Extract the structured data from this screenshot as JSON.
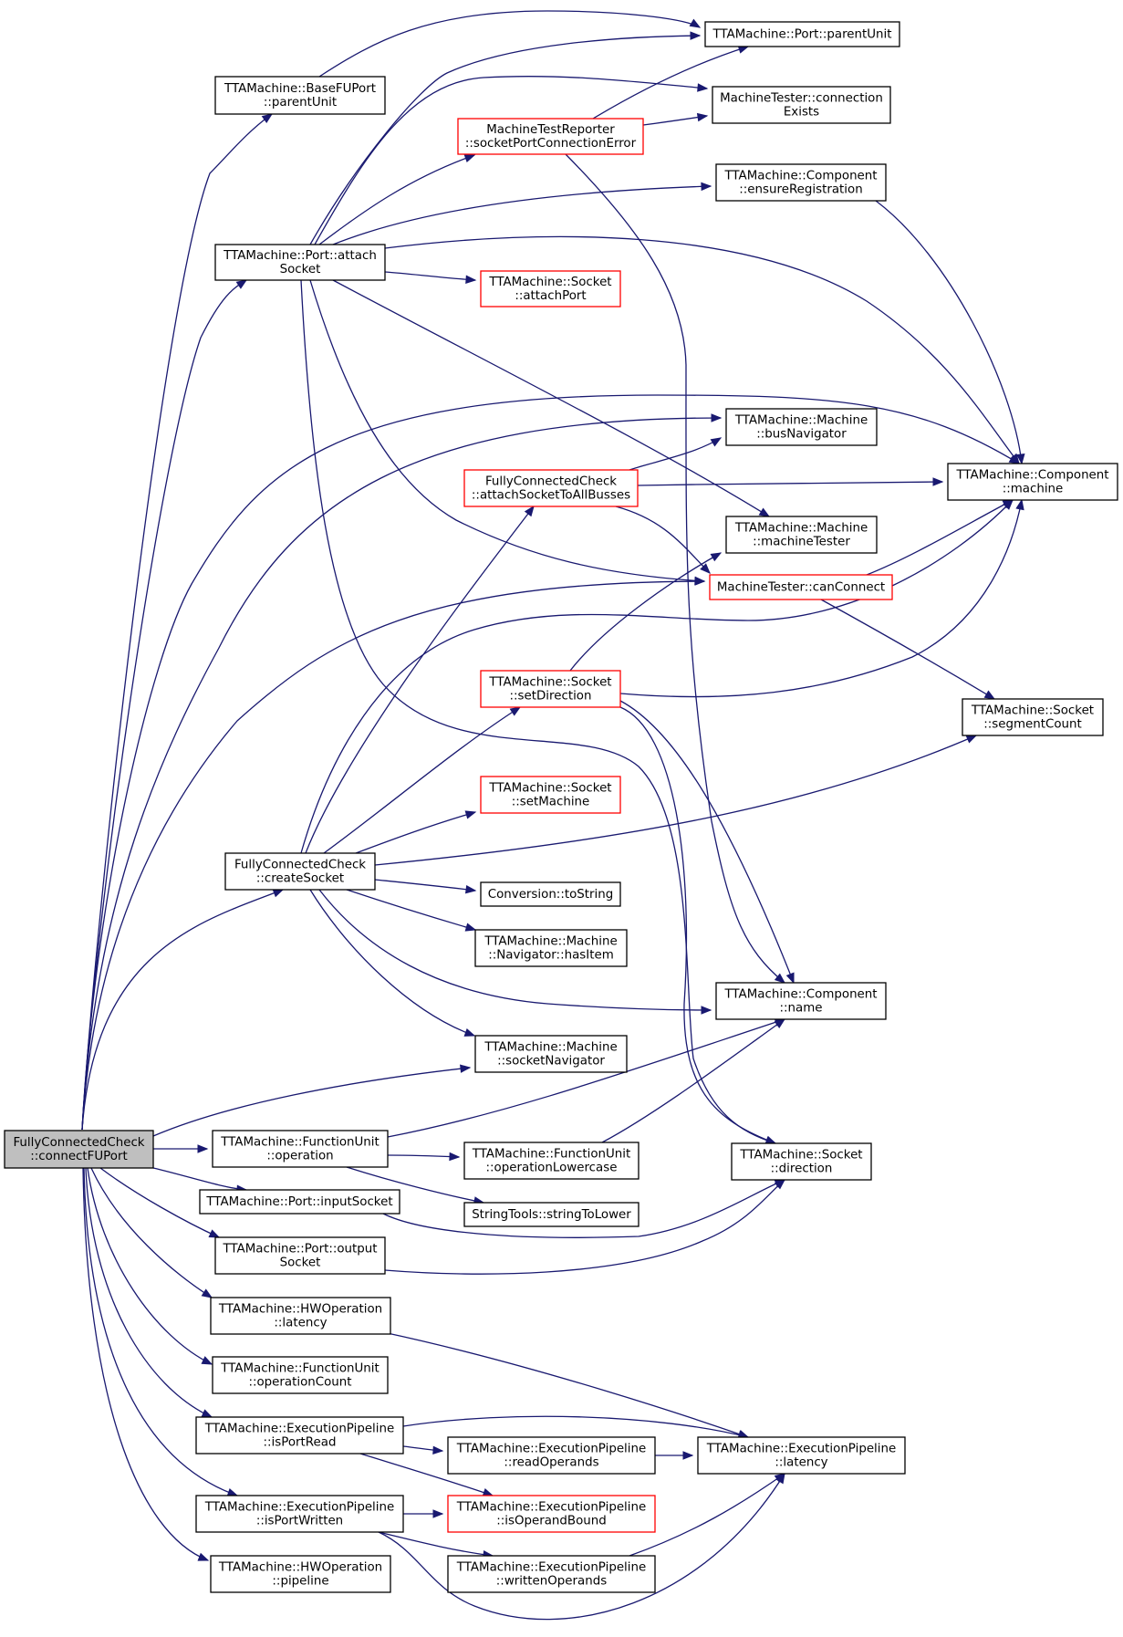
{
  "colors": {
    "edge": "#191970",
    "node_border": "#000000",
    "truncated_border": "#ff0000",
    "root_fill": "#bfbfbf"
  },
  "nodes": [
    {
      "id": "root",
      "lines": [
        "FullyConnectedCheck",
        "::connectFUPort"
      ],
      "root": true
    },
    {
      "id": "baseFUPort_parentUnit",
      "lines": [
        "TTAMachine::BaseFUPort",
        "::parentUnit"
      ]
    },
    {
      "id": "port_parentUnit",
      "lines": [
        "TTAMachine::Port::parentUnit"
      ]
    },
    {
      "id": "socketPortConnectionError",
      "lines": [
        "MachineTestReporter",
        "::socketPortConnectionError"
      ],
      "truncated": true
    },
    {
      "id": "connectionExists",
      "lines": [
        "MachineTester::connection",
        "Exists"
      ]
    },
    {
      "id": "ensureRegistration",
      "lines": [
        "TTAMachine::Component",
        "::ensureRegistration"
      ]
    },
    {
      "id": "port_attachSocket",
      "lines": [
        "TTAMachine::Port::attach",
        "Socket"
      ]
    },
    {
      "id": "socket_attachPort",
      "lines": [
        "TTAMachine::Socket",
        "::attachPort"
      ],
      "truncated": true
    },
    {
      "id": "busNavigator",
      "lines": [
        "TTAMachine::Machine",
        "::busNavigator"
      ]
    },
    {
      "id": "component_machine",
      "lines": [
        "TTAMachine::Component",
        "::machine"
      ]
    },
    {
      "id": "attachSocketToAllBusses",
      "lines": [
        "FullyConnectedCheck",
        "::attachSocketToAllBusses"
      ],
      "truncated": true
    },
    {
      "id": "machineTester",
      "lines": [
        "TTAMachine::Machine",
        "::machineTester"
      ]
    },
    {
      "id": "canConnect",
      "lines": [
        "MachineTester::canConnect"
      ],
      "truncated": true
    },
    {
      "id": "setDirection",
      "lines": [
        "TTAMachine::Socket",
        "::setDirection"
      ],
      "truncated": true
    },
    {
      "id": "segmentCount",
      "lines": [
        "TTAMachine::Socket",
        "::segmentCount"
      ]
    },
    {
      "id": "setMachine",
      "lines": [
        "TTAMachine::Socket",
        "::setMachine"
      ],
      "truncated": true
    },
    {
      "id": "createSocket",
      "lines": [
        "FullyConnectedCheck",
        "::createSocket"
      ]
    },
    {
      "id": "toString",
      "lines": [
        "Conversion::toString"
      ]
    },
    {
      "id": "navigator_hasItem",
      "lines": [
        "TTAMachine::Machine",
        "::Navigator::hasItem"
      ]
    },
    {
      "id": "component_name",
      "lines": [
        "TTAMachine::Component",
        "::name"
      ]
    },
    {
      "id": "socketNavigator",
      "lines": [
        "TTAMachine::Machine",
        "::socketNavigator"
      ]
    },
    {
      "id": "fu_operation",
      "lines": [
        "TTAMachine::FunctionUnit",
        "::operation"
      ]
    },
    {
      "id": "operationLowercase",
      "lines": [
        "TTAMachine::FunctionUnit",
        "::operationLowercase"
      ]
    },
    {
      "id": "socket_direction",
      "lines": [
        "TTAMachine::Socket",
        "::direction"
      ]
    },
    {
      "id": "inputSocket",
      "lines": [
        "TTAMachine::Port::inputSocket"
      ]
    },
    {
      "id": "stringToLower",
      "lines": [
        "StringTools::stringToLower"
      ]
    },
    {
      "id": "outputSocket",
      "lines": [
        "TTAMachine::Port::output",
        "Socket"
      ]
    },
    {
      "id": "hwop_latency",
      "lines": [
        "TTAMachine::HWOperation",
        "::latency"
      ]
    },
    {
      "id": "operationCount",
      "lines": [
        "TTAMachine::FunctionUnit",
        "::operationCount"
      ]
    },
    {
      "id": "isPortRead",
      "lines": [
        "TTAMachine::ExecutionPipeline",
        "::isPortRead"
      ]
    },
    {
      "id": "readOperands",
      "lines": [
        "TTAMachine::ExecutionPipeline",
        "::readOperands"
      ]
    },
    {
      "id": "ep_latency",
      "lines": [
        "TTAMachine::ExecutionPipeline",
        "::latency"
      ]
    },
    {
      "id": "isPortWritten",
      "lines": [
        "TTAMachine::ExecutionPipeline",
        "::isPortWritten"
      ]
    },
    {
      "id": "isOperandBound",
      "lines": [
        "TTAMachine::ExecutionPipeline",
        "::isOperandBound"
      ],
      "truncated": true
    },
    {
      "id": "hwop_pipeline",
      "lines": [
        "TTAMachine::HWOperation",
        "::pipeline"
      ]
    },
    {
      "id": "writtenOperands",
      "lines": [
        "TTAMachine::ExecutionPipeline",
        "::writtenOperands"
      ]
    }
  ],
  "edges": [
    {
      "from": "root",
      "to": "baseFUPort_parentUnit"
    },
    {
      "from": "root",
      "to": "port_attachSocket"
    },
    {
      "from": "root",
      "to": "component_machine"
    },
    {
      "from": "root",
      "to": "busNavigator"
    },
    {
      "from": "root",
      "to": "canConnect"
    },
    {
      "from": "root",
      "to": "createSocket"
    },
    {
      "from": "root",
      "to": "socketNavigator"
    },
    {
      "from": "root",
      "to": "fu_operation"
    },
    {
      "from": "root",
      "to": "inputSocket"
    },
    {
      "from": "root",
      "to": "outputSocket"
    },
    {
      "from": "root",
      "to": "hwop_latency"
    },
    {
      "from": "root",
      "to": "operationCount"
    },
    {
      "from": "root",
      "to": "isPortRead"
    },
    {
      "from": "root",
      "to": "isPortWritten"
    },
    {
      "from": "root",
      "to": "hwop_pipeline"
    },
    {
      "from": "baseFUPort_parentUnit",
      "to": "port_parentUnit"
    },
    {
      "from": "port_attachSocket",
      "to": "port_parentUnit"
    },
    {
      "from": "port_attachSocket",
      "to": "connectionExists"
    },
    {
      "from": "port_attachSocket",
      "to": "socketPortConnectionError"
    },
    {
      "from": "port_attachSocket",
      "to": "ensureRegistration"
    },
    {
      "from": "port_attachSocket",
      "to": "component_machine"
    },
    {
      "from": "port_attachSocket",
      "to": "socket_attachPort"
    },
    {
      "from": "port_attachSocket",
      "to": "machineTester"
    },
    {
      "from": "port_attachSocket",
      "to": "canConnect"
    },
    {
      "from": "port_attachSocket",
      "to": "socket_direction"
    },
    {
      "from": "socketPortConnectionError",
      "to": "port_parentUnit"
    },
    {
      "from": "socketPortConnectionError",
      "to": "connectionExists"
    },
    {
      "from": "socketPortConnectionError",
      "to": "component_name"
    },
    {
      "from": "ensureRegistration",
      "to": "component_machine"
    },
    {
      "from": "attachSocketToAllBusses",
      "to": "busNavigator"
    },
    {
      "from": "attachSocketToAllBusses",
      "to": "component_machine"
    },
    {
      "from": "attachSocketToAllBusses",
      "to": "canConnect"
    },
    {
      "from": "canConnect",
      "to": "component_machine"
    },
    {
      "from": "canConnect",
      "to": "segmentCount"
    },
    {
      "from": "setDirection",
      "to": "machineTester"
    },
    {
      "from": "setDirection",
      "to": "component_machine"
    },
    {
      "from": "setDirection",
      "to": "component_name"
    },
    {
      "from": "setDirection",
      "to": "socket_direction"
    },
    {
      "from": "createSocket",
      "to": "attachSocketToAllBusses"
    },
    {
      "from": "createSocket",
      "to": "component_machine"
    },
    {
      "from": "createSocket",
      "to": "setDirection"
    },
    {
      "from": "createSocket",
      "to": "setMachine"
    },
    {
      "from": "createSocket",
      "to": "segmentCount"
    },
    {
      "from": "createSocket",
      "to": "toString"
    },
    {
      "from": "createSocket",
      "to": "navigator_hasItem"
    },
    {
      "from": "createSocket",
      "to": "component_name"
    },
    {
      "from": "createSocket",
      "to": "socketNavigator"
    },
    {
      "from": "fu_operation",
      "to": "component_name"
    },
    {
      "from": "fu_operation",
      "to": "operationLowercase"
    },
    {
      "from": "fu_operation",
      "to": "stringToLower"
    },
    {
      "from": "operationLowercase",
      "to": "component_name"
    },
    {
      "from": "inputSocket",
      "to": "socket_direction"
    },
    {
      "from": "outputSocket",
      "to": "socket_direction"
    },
    {
      "from": "hwop_latency",
      "to": "ep_latency"
    },
    {
      "from": "isPortRead",
      "to": "ep_latency"
    },
    {
      "from": "isPortRead",
      "to": "readOperands"
    },
    {
      "from": "isPortRead",
      "to": "isOperandBound"
    },
    {
      "from": "readOperands",
      "to": "ep_latency"
    },
    {
      "from": "isPortWritten",
      "to": "isOperandBound"
    },
    {
      "from": "isPortWritten",
      "to": "writtenOperands"
    },
    {
      "from": "isPortWritten",
      "to": "ep_latency"
    },
    {
      "from": "writtenOperands",
      "to": "ep_latency"
    }
  ]
}
